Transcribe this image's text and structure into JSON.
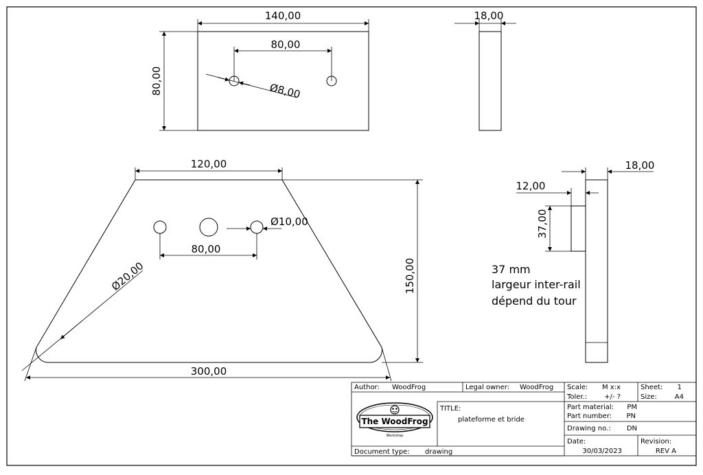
{
  "dimensions": {
    "top_width": "140,00",
    "top_height": "80,00",
    "top_hole_spacing": "80,00",
    "top_hole_dia": "Ø8,00",
    "side_thickness": "18,00",
    "base_top_width": "120,00",
    "base_bottom_width": "300,00",
    "base_height": "150,00",
    "base_hole_dia_small": "Ø10,00",
    "base_hole_spacing": "80,00",
    "base_corner_dia": "Ø20,00",
    "right_thickness": "18,00",
    "right_offset": "12,00",
    "right_slot": "37,00"
  },
  "note": {
    "line1": "37 mm",
    "line2": "largeur inter-rail",
    "line3": "dépend du tour"
  },
  "title_block": {
    "author_label": "Author:",
    "author_value": "WoodFrog",
    "legal_owner_label": "Legal owner:",
    "legal_owner_value": "WoodFrog",
    "scale_label": "Scale:",
    "scale_value": "M x:x",
    "toler_label": "Toler.:",
    "toler_value": "+/- ?",
    "sheet_label": "Sheet:",
    "sheet_value": "1",
    "size_label": "Size:",
    "size_value": "A4",
    "title_label": "TITLE:",
    "title_value": "plateforme et bride",
    "part_material_label": "Part material:",
    "part_material_value": "PM",
    "part_number_label": "Part number:",
    "part_number_value": "PN",
    "drawing_no_label": "Drawing no.:",
    "drawing_no_value": "DN",
    "date_label": "Date:",
    "date_value": "30/03/2023",
    "revision_label": "Revision:",
    "revision_value": "REV A",
    "doc_type_label": "Document type:",
    "doc_type_value": "drawing",
    "logo_name": "The WoodFrog",
    "logo_sub": "Workshop",
    "logo_icon": "frog-icon"
  }
}
